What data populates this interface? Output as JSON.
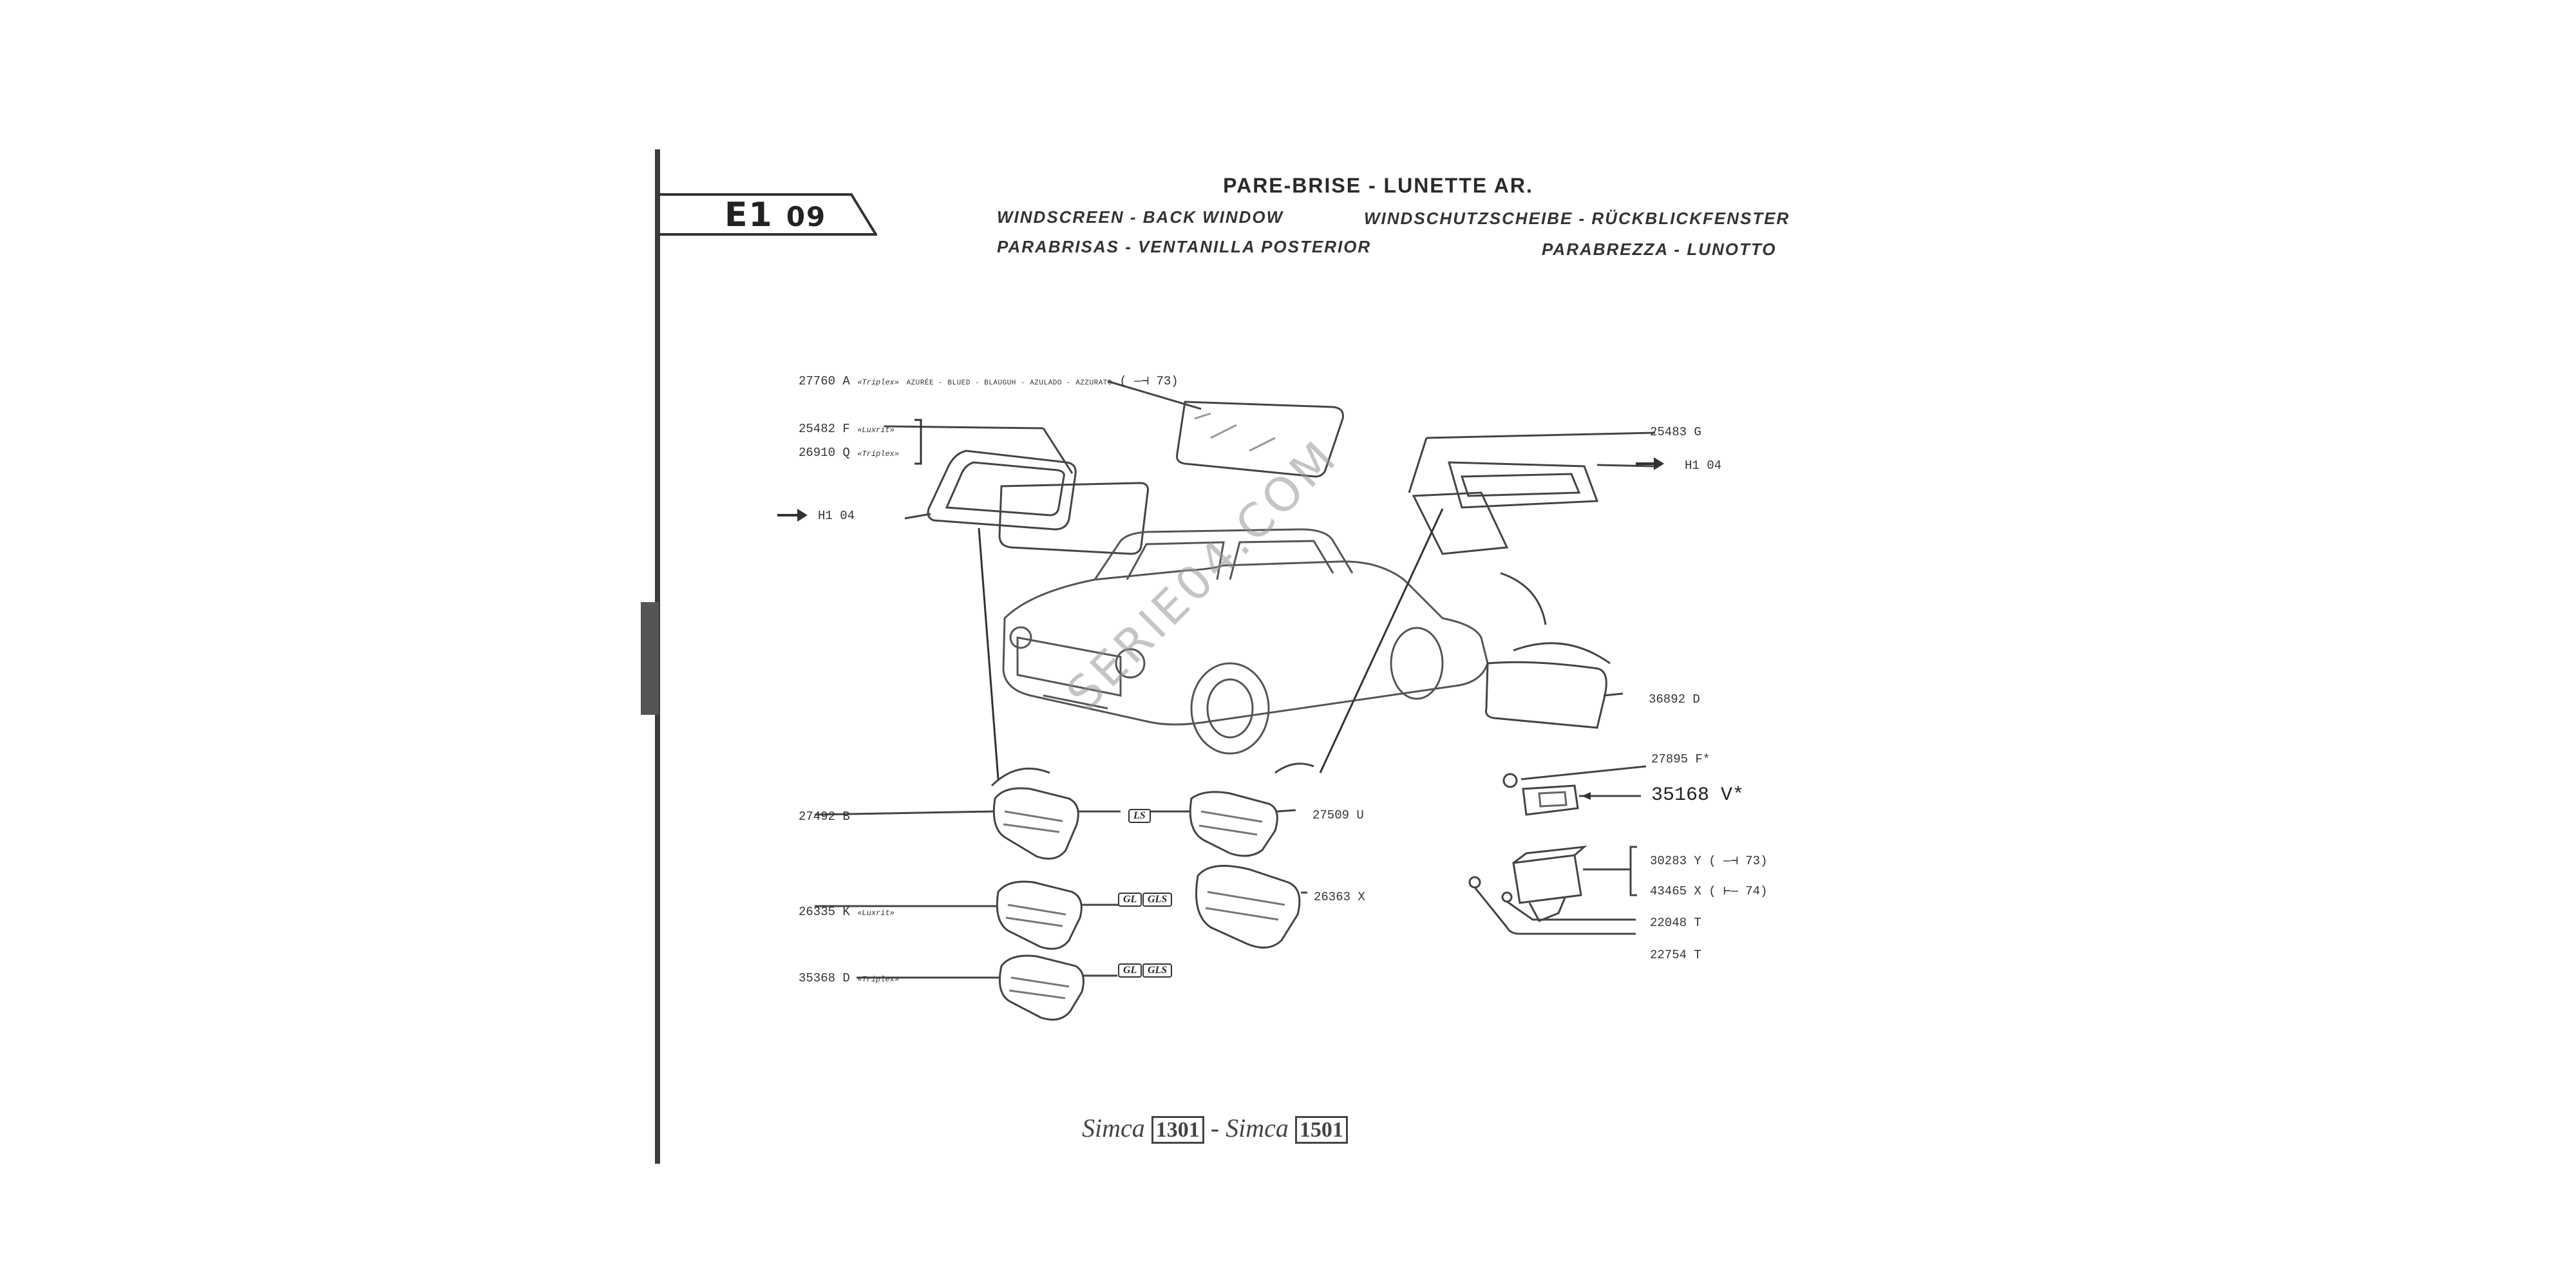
{
  "section": {
    "code": "E1",
    "page": "09"
  },
  "titles": {
    "fr": "PARE-BRISE - LUNETTE AR.",
    "en": "WINDSCREEN - BACK WINDOW",
    "de": "WINDSCHUTZSCHEIBE - RÜCKBLICKFENSTER",
    "es": "PARABRISAS - VENTANILLA POSTERIOR",
    "it": "PARABREZZA - LUNOTTO"
  },
  "parts": {
    "p27760": {
      "ref": "27760 A",
      "note": "«Triplex»",
      "tint": "AZURÉE - BLUED - BLAUGUH - AZULADO - AZZURATO",
      "range": "( —⊣ 73)"
    },
    "p25482": {
      "ref": "25482 F",
      "note": "«Luxrit»"
    },
    "p26910": {
      "ref": "26910 Q",
      "note": "«Triplex»"
    },
    "h104_left": "H1 04",
    "p25483": {
      "ref": "25483 G"
    },
    "h104_right": "H1 04",
    "p36892": {
      "ref": "36892 D"
    },
    "p27895": {
      "ref": "27895 F*"
    },
    "p35168": {
      "ref": "35168 V*"
    },
    "p27492": {
      "ref": "27492 B"
    },
    "p27509": {
      "ref": "27509 U"
    },
    "p26335": {
      "ref": "26335 K",
      "note": "«Luxrit»"
    },
    "p26363": {
      "ref": "26363 X"
    },
    "p35368": {
      "ref": "35368 D",
      "note": "«Triplex»"
    },
    "p30283": {
      "ref": "30283 Y",
      "range": "( —⊣ 73)"
    },
    "p43465": {
      "ref": "43465 X",
      "range": "( ⊢— 74)"
    },
    "p22048": {
      "ref": "22048 T"
    },
    "p22754": {
      "ref": "22754 T"
    }
  },
  "trims": {
    "ls": "LS",
    "gl1": "GL",
    "gls1": "GLS",
    "gl2": "GL",
    "gls2": "GLS"
  },
  "watermark": "SERIE04.COM",
  "footer": {
    "brand1": "Simca",
    "model1": "1301",
    "sep": "-",
    "brand2": "Simca",
    "model2": "1501"
  }
}
